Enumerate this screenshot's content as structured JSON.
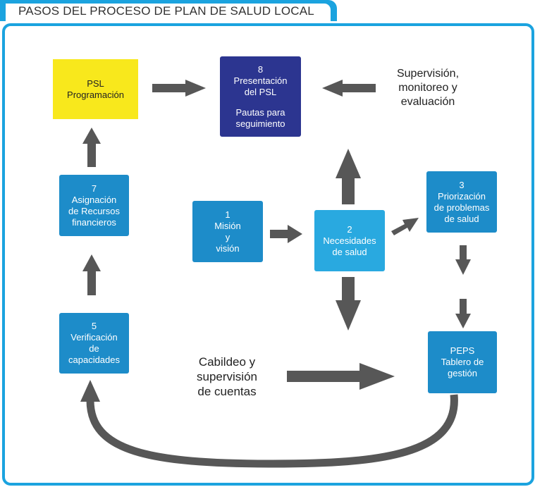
{
  "title": "PASOS DEL PROCESO DE PLAN DE SALUD LOCAL",
  "nodes": {
    "psl": {
      "line1": "PSL",
      "line2": "Programación"
    },
    "step8": {
      "number": "8",
      "line1": "Presentación",
      "line2": "del PSL",
      "line3": "Pautas para",
      "line4": "seguimiento"
    },
    "step7": {
      "number": "7",
      "line1": "Asignación",
      "line2": "de Recursos",
      "line3": "financieros"
    },
    "step1": {
      "number": "1",
      "line1": "Misión",
      "line2": "y",
      "line3": "visión"
    },
    "step2": {
      "number": "2",
      "line1": "Necesidades",
      "line2": "de salud"
    },
    "step3": {
      "number": "3",
      "line1": "Priorización",
      "line2": "de problemas",
      "line3": "de salud"
    },
    "step5": {
      "number": "5",
      "line1": "Verificación",
      "line2": "de",
      "line3": "capacidades"
    },
    "peps": {
      "line1": "PEPS",
      "line2": "Tablero de",
      "line3": "gestión"
    }
  },
  "labels": {
    "supervision": {
      "line1": "Supervisión,",
      "line2": "monitoreo y",
      "line3": "evaluación"
    },
    "cabildeo": {
      "line1": "Cabildeo y",
      "line2": "supervisión",
      "line3": "de cuentas"
    }
  },
  "colors": {
    "frame": "#1ba3df",
    "box_dark_blue": "#1d8cc9",
    "box_light_blue": "#29a9e0",
    "box_navy": "#2c3590",
    "box_yellow": "#f8e81c",
    "arrow": "#575757"
  }
}
